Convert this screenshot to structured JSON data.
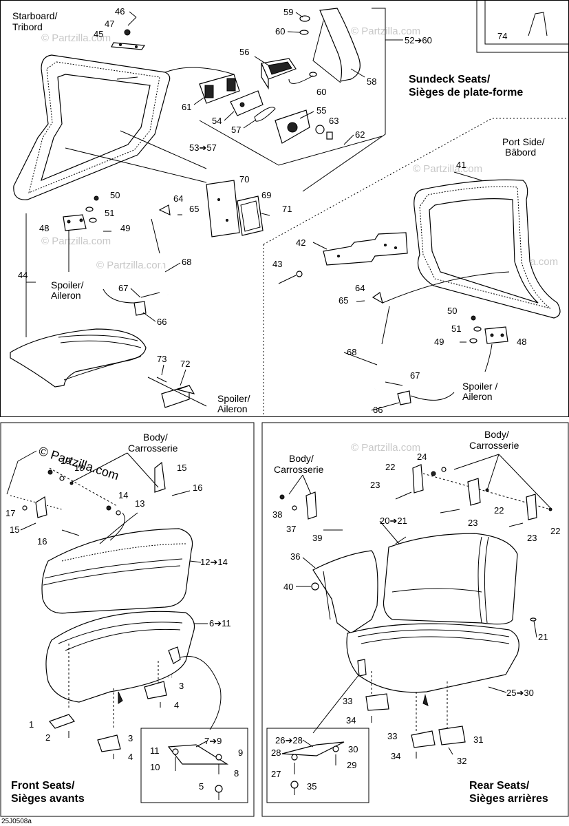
{
  "callouts": {
    "c46": "46",
    "c47": "47",
    "c45": "45",
    "c59": "59",
    "c60a": "60",
    "c52_60": "52➔60",
    "c56": "56",
    "c58": "58",
    "c60b": "60",
    "c61": "61",
    "c54": "54",
    "c57": "57",
    "c55": "55",
    "c63": "63",
    "c62": "62",
    "c53_57": "53➔57",
    "c70": "70",
    "c69": "69",
    "c71": "71",
    "c50a": "50",
    "c51a": "51",
    "c48a": "48",
    "c49a": "49",
    "c64a": "64",
    "c65a": "65",
    "c44": "44",
    "c68a": "68",
    "c67a": "67",
    "c66a": "66",
    "c73": "73",
    "c72": "72",
    "c74": "74",
    "c41": "41",
    "c42": "42",
    "c43": "43",
    "c64b": "64",
    "c65b": "65",
    "c68b": "68",
    "c50b": "50",
    "c51b": "51",
    "c49b": "49",
    "c48b": "48",
    "c67b": "67",
    "c66b": "66",
    "c19": "19",
    "c18": "18",
    "c15a": "15",
    "c16a": "16",
    "c17": "17",
    "c14": "14",
    "c13": "13",
    "c15b": "15",
    "c16b": "16",
    "c12_14": "12➔14",
    "c6_11": "6➔11",
    "c3a": "3",
    "c4a": "4",
    "c1": "1",
    "c2": "2",
    "c3b": "3",
    "c4b": "4",
    "c7_9": "7➔9",
    "c11": "11",
    "c9": "9",
    "c10": "10",
    "c8": "8",
    "c5": "5",
    "c24": "24",
    "c22a": "22",
    "c23a": "23",
    "c22b": "22",
    "c23b": "23",
    "c22c": "22",
    "c23c": "23",
    "c38": "38",
    "c37": "37",
    "c39": "39",
    "c20_21": "20➔21",
    "c36": "36",
    "c40": "40",
    "c21": "21",
    "c25_30": "25➔30",
    "c33a": "33",
    "c34a": "34",
    "c33b": "33",
    "c31": "31",
    "c34b": "34",
    "c32": "32",
    "c26_28": "26➔28",
    "c28": "28",
    "c30": "30",
    "c27": "27",
    "c29": "29",
    "c35": "35"
  },
  "labels": {
    "starboard_l1": "Starboard/",
    "starboard_l2": "Tribord",
    "port_l1": "Port Side/",
    "port_l2": "Bâbord",
    "spoiler1_l1": "Spoiler/",
    "spoiler1_l2": "Aileron",
    "spoiler2_l1": "Spoiler/",
    "spoiler2_l2": "Aileron",
    "spoiler3_l1": "Spoiler /",
    "spoiler3_l2": "Aileron",
    "body1_l1": "Body/",
    "body1_l2": "Carrosserie",
    "body2_l1": "Body/",
    "body2_l2": "Carrosserie",
    "body3_l1": "Body/",
    "body3_l2": "Carrosserie"
  },
  "titles": {
    "sundeck_l1": "Sundeck Seats/",
    "sundeck_l2": "Sièges de plate-forme",
    "front_l1": "Front Seats/",
    "front_l2": "Sièges avants",
    "rear_l1": "Rear Seats/",
    "rear_l2": "Sièges arrières"
  },
  "watermark": "© Partzilla.com",
  "figure_code": "25J0508a"
}
